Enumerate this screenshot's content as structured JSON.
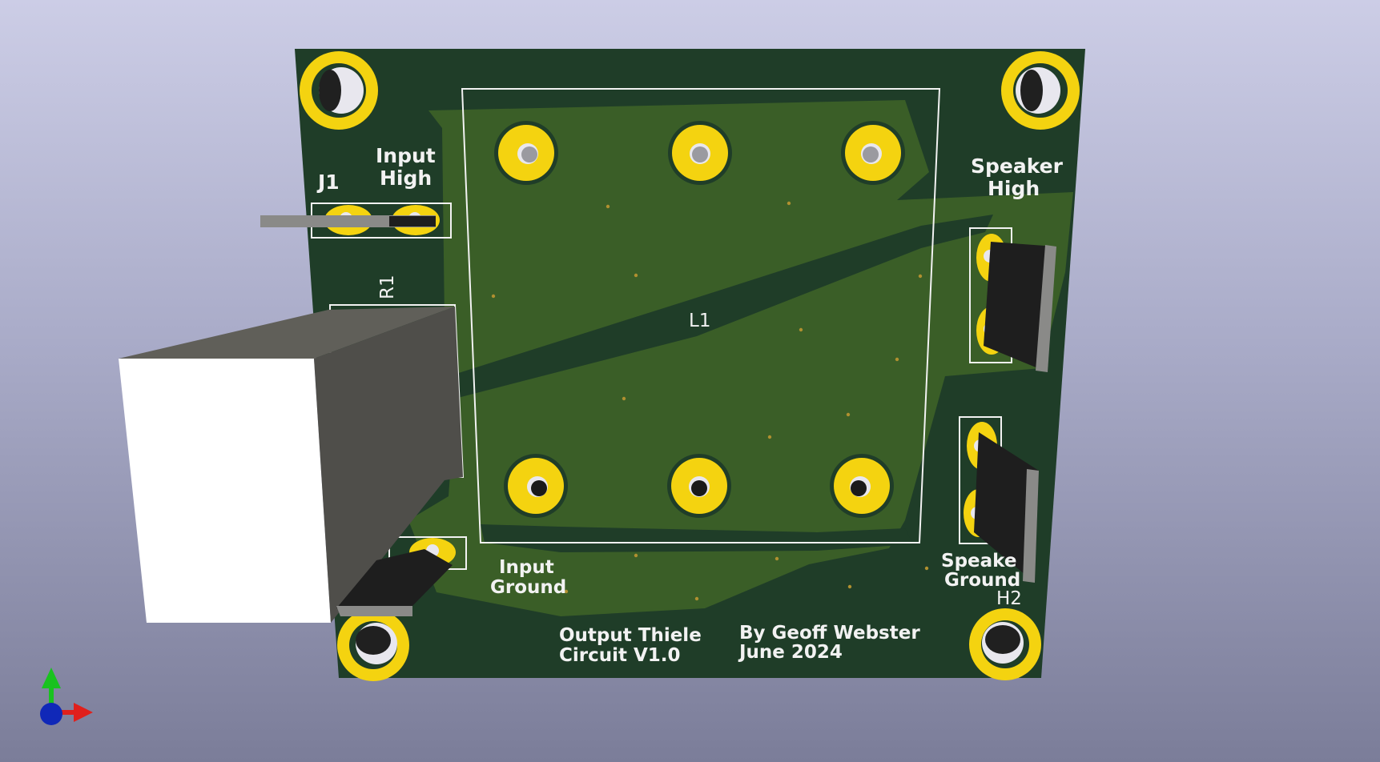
{
  "viewer": {
    "background_top": "#cccde6",
    "background_bottom": "#7b7d99"
  },
  "board": {
    "soldermask_color": "#1f3d28",
    "copper_fill_color": "#3a5e27",
    "pad_color": "#f4d310",
    "silkscreen_color": "#f2f2f2",
    "labels": {
      "j1": "J1",
      "input_high_line1": "Input",
      "input_high_line2": "High",
      "r1": "R1",
      "l1": "L1",
      "speaker_high_line1": "Speaker",
      "speaker_high_line2": "High",
      "input_ground_line1": "Input",
      "input_ground_line2": "Ground",
      "speaker_ground_line1": "Speake",
      "speaker_ground_line2": "Ground",
      "h2": "H2",
      "title_line1": "Output Thiele",
      "title_line2": "Circuit V1.0",
      "author_line1": "By Geoff Webster",
      "author_line2": "June 2024"
    }
  },
  "axes": {
    "x_color": "#e0201c",
    "y_color": "#19c21f",
    "z_color": "#1028b8"
  }
}
